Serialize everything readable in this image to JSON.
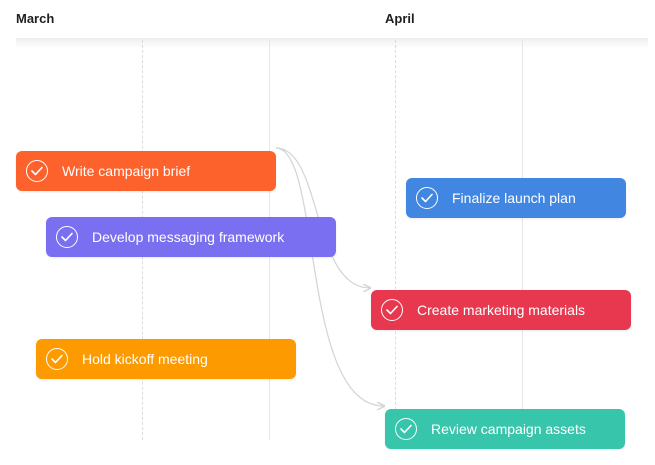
{
  "timeline": {
    "months": [
      {
        "label": "March"
      },
      {
        "label": "April"
      }
    ]
  },
  "tasks": [
    {
      "name": "Write campaign brief",
      "color": "#fd612c",
      "completed": true
    },
    {
      "name": "Develop messaging framework",
      "color": "#7a6ff0",
      "completed": true
    },
    {
      "name": "Hold kickoff meeting",
      "color": "#fd9a00",
      "completed": true
    },
    {
      "name": "Finalize launch plan",
      "color": "#4186e0",
      "completed": true
    },
    {
      "name": "Create marketing materials",
      "color": "#e8384f",
      "completed": true
    },
    {
      "name": "Review campaign assets",
      "color": "#37c5ab",
      "completed": true
    }
  ],
  "icons": {
    "task_check": "check-circle-icon"
  }
}
